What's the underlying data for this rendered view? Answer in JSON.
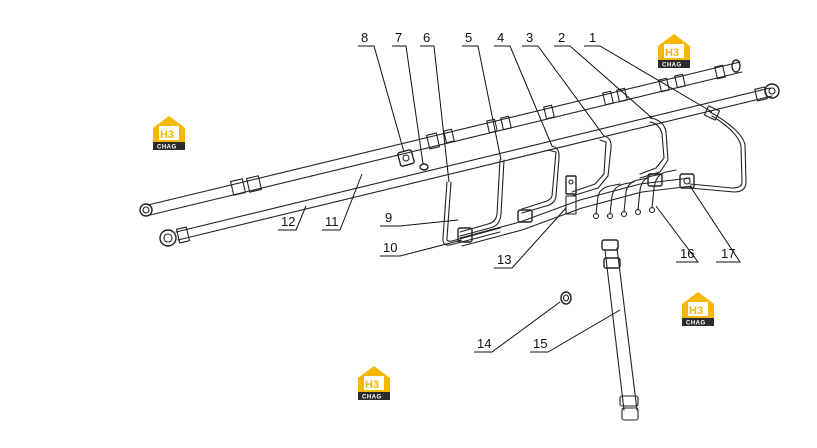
{
  "labels": [
    {
      "id": "1",
      "text": "1"
    },
    {
      "id": "2",
      "text": "2"
    },
    {
      "id": "3",
      "text": "3"
    },
    {
      "id": "4",
      "text": "4"
    },
    {
      "id": "5",
      "text": "5"
    },
    {
      "id": "6",
      "text": "6"
    },
    {
      "id": "7",
      "text": "7"
    },
    {
      "id": "8",
      "text": "8"
    },
    {
      "id": "9",
      "text": "9"
    },
    {
      "id": "10",
      "text": "10"
    },
    {
      "id": "11",
      "text": "11"
    },
    {
      "id": "12",
      "text": "12"
    },
    {
      "id": "13",
      "text": "13"
    },
    {
      "id": "14",
      "text": "14"
    },
    {
      "id": "15",
      "text": "15"
    },
    {
      "id": "16",
      "text": "16"
    },
    {
      "id": "17",
      "text": "17"
    }
  ],
  "watermark": {
    "mark": "H3",
    "caption": "CHAG",
    "colors": {
      "yellow": "#f5b800",
      "dark": "#2b2b2b"
    }
  }
}
